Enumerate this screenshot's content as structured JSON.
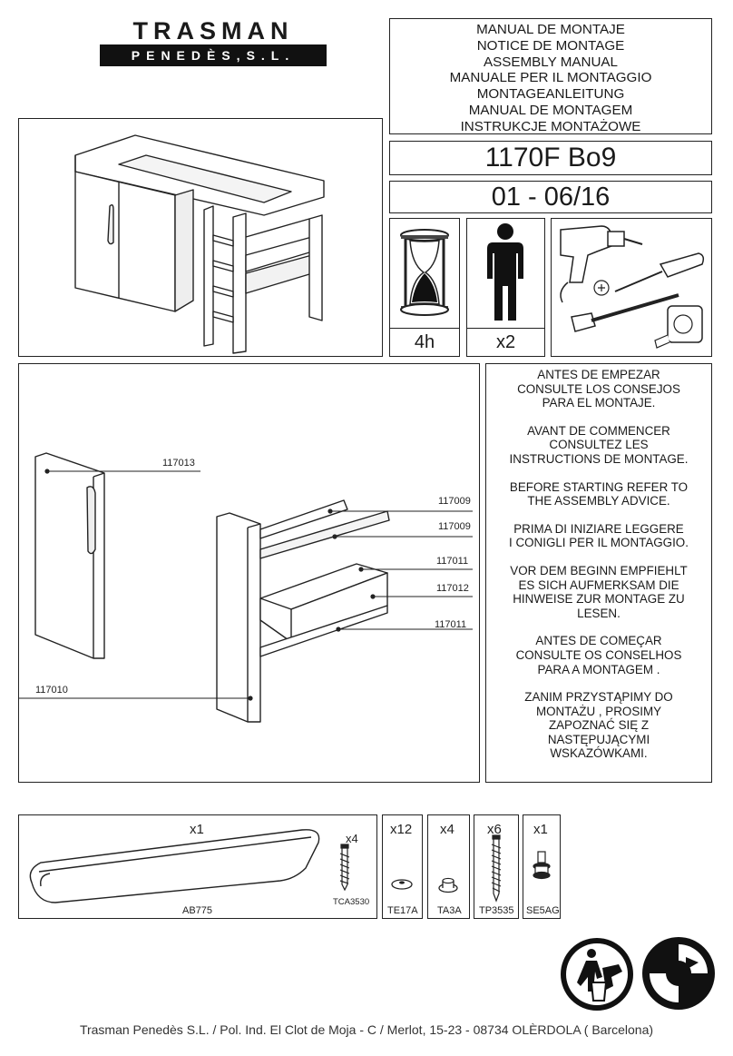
{
  "brand": {
    "name": "TRASMAN",
    "sub": "PENEDÈS,S.L."
  },
  "title_lines": [
    "MANUAL DE MONTAJE",
    "NOTICE DE MONTAGE",
    "ASSEMBLY MANUAL",
    "MANUALE PER IL MONTAGGIO",
    "MONTAGEANLEITUNG",
    "MANUAL DE MONTAGEM",
    "INSTRUKCJE MONTAŻOWE"
  ],
  "model": "1170F Bo9",
  "revision": "01 - 06/16",
  "time": {
    "label": "4h",
    "icon": "hourglass-icon"
  },
  "people": {
    "label": "x2",
    "icon": "person-icon"
  },
  "tools_icon": "tools-icon",
  "advice_paragraphs": [
    "ANTES DE EMPEZAR\nCONSULTE LOS CONSEJOS\nPARA EL MONTAJE.",
    "AVANT DE COMMENCER\nCONSULTEZ LES\nINSTRUCTIONS DE MONTAGE.",
    "BEFORE STARTING REFER TO\nTHE ASSEMBLY ADVICE.",
    "PRIMA DI INIZIARE LEGGERE\nI CONIGLI PER IL MONTAGGIO.",
    "VOR DEM BEGINN EMPFIEHLT\nES SICH AUFMERKSAM DIE\nHINWEISE ZUR MONTAGE ZU\nLESEN.",
    "ANTES DE COMEÇAR\nCONSULTE OS CONSELHOS\nPARA A MONTAGEM .",
    "ZANIM PRZYSTĄPIMY DO\nMONTAŻU , PROSIMY\nZAPOZNAĆ SIĘ Z\nNASTĘPUJĄCYMI\nWSKAZÓWKAMI."
  ],
  "parts": {
    "p117013": "117013",
    "p117009a": "117009",
    "p117009b": "117009",
    "p117011a": "117011",
    "p117012": "117012",
    "p117011b": "117011",
    "p117010": "117010"
  },
  "hardware": {
    "handle": {
      "qty": "x1",
      "code": "AB775"
    },
    "screw_tca": {
      "qty": "x4",
      "code": "TCA3530"
    },
    "te17a": {
      "qty": "x12",
      "code": "TE17A"
    },
    "ta3a": {
      "qty": "x4",
      "code": "TA3A"
    },
    "tp3535": {
      "qty": "x6",
      "code": "TP3535"
    },
    "se5ag": {
      "qty": "x1",
      "code": "SE5AG"
    }
  },
  "footer": "Trasman Penedès S.L. / Pol. Ind. El Clot de Moja - C / Merlot, 15-23 - 08734 OLÈRDOLA ( Barcelona)"
}
